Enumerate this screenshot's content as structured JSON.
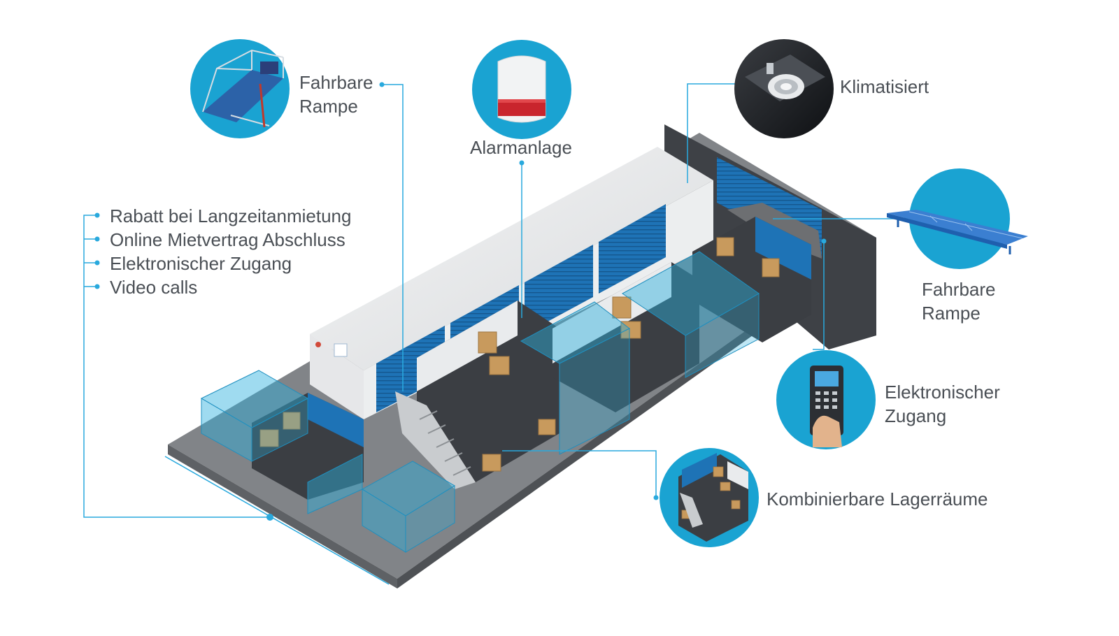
{
  "colors": {
    "accent": "#1aa3d2",
    "line": "#29a9dd",
    "floor": "#7c7f83",
    "text": "#4a4f55"
  },
  "callouts": {
    "ramp_top": {
      "line1": "Fahrbare",
      "line2": "Rampe",
      "icon": "stair-ramp-icon"
    },
    "alarm": {
      "text": "Alarmanlage",
      "icon": "alarm-siren-icon"
    },
    "climate": {
      "text": "Klimatisiert",
      "icon": "air-vent-icon"
    },
    "ramp_right": {
      "line1": "Fahrbare",
      "line2": "Rampe",
      "icon": "loading-ramp-icon"
    },
    "access": {
      "line1": "Elektronischer",
      "line2": "Zugang",
      "icon": "keypad-reader-icon"
    },
    "storage": {
      "text": "Kombinierbare Lagerräume",
      "icon": "storage-units-icon"
    }
  },
  "features": [
    "Rabatt bei Langzeitanmietung",
    "Online Mietvertrag Abschluss",
    "Elektronischer Zugang",
    "Video calls"
  ]
}
